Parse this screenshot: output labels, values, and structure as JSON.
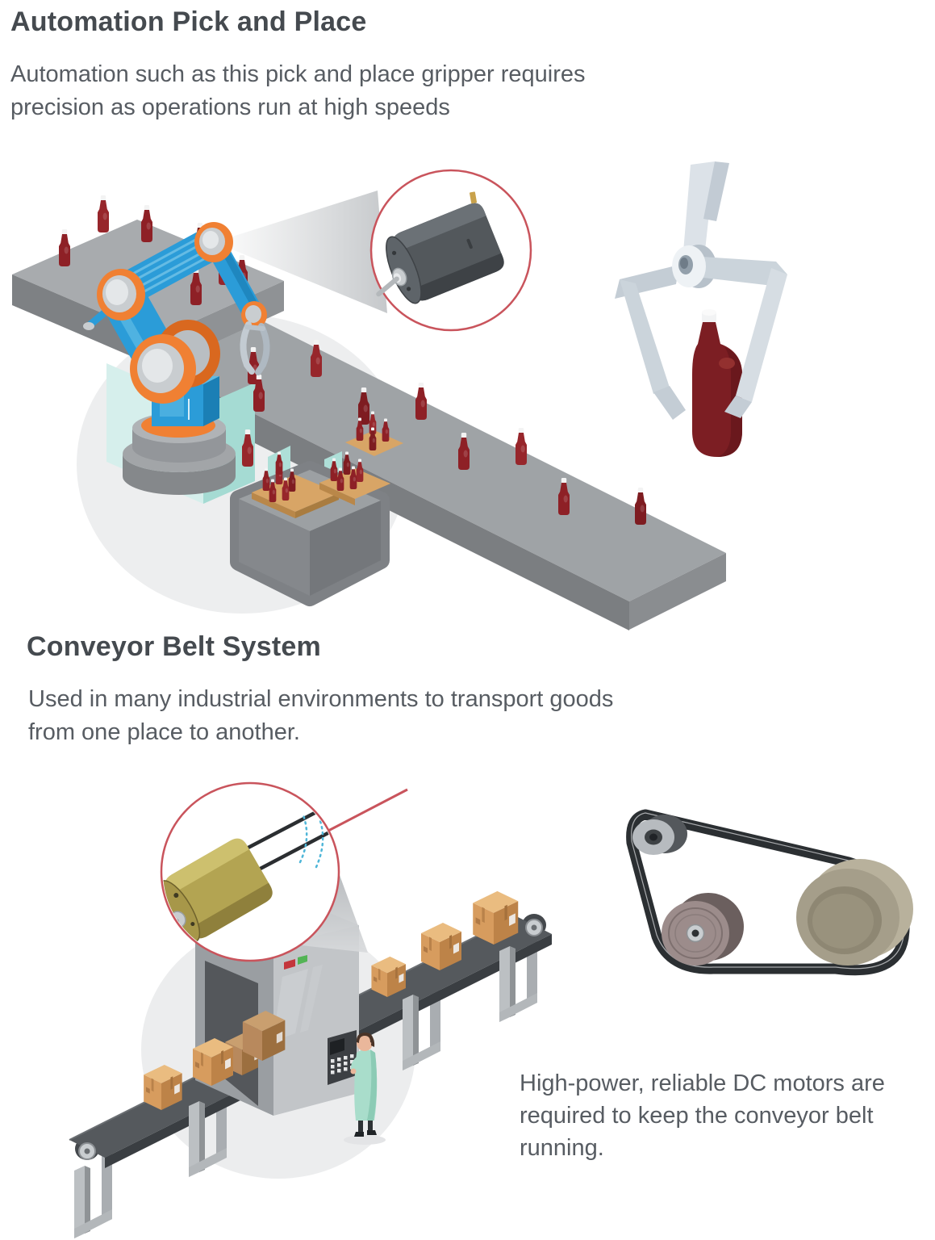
{
  "sections": [
    {
      "id": "automation-pick-and-place",
      "heading": "Automation Pick and Place",
      "body_lines": [
        "Automation such as this pick and place gripper requires",
        "precision as operations run at high speeds"
      ]
    },
    {
      "id": "conveyor-belt-system",
      "heading": "Conveyor Belt System",
      "body_lines": [
        "Used in many industrial environments to transport goods",
        "from one place to another."
      ],
      "caption_lines": [
        "High-power, reliable DC motors are",
        "required to keep the conveyor belt",
        "running."
      ]
    }
  ],
  "illustrations": {
    "pick_and_place_scene": "robot-arm-bottling-line-with-dc-motor-inset",
    "gripper": "gripper-claw-holding-bottle",
    "conveyor_scene": "conveyor-belt-scanner-with-dc-motor-inset",
    "pulley": "belt-and-pulley-system"
  },
  "colors": {
    "heading_text": "#454A4F",
    "body_text": "#575C62",
    "magnifier_ring": "#C9545C",
    "robot_blue": "#2B9CD8",
    "robot_blue_dark": "#1B7FB5",
    "joint_orange": "#F08033",
    "bottle_red": "#8E2026",
    "motor_dark_gray": "#53585C",
    "motor_gold": "#B3A452",
    "conveyor_belt_gray": "#55595D",
    "machine_gray": "#C2C5C8",
    "box_cardboard": "#D79C5E",
    "worker_coat_teal": "#A9DDCB",
    "table_teal": "#D6EFEC",
    "background": "#FFFFFF"
  }
}
